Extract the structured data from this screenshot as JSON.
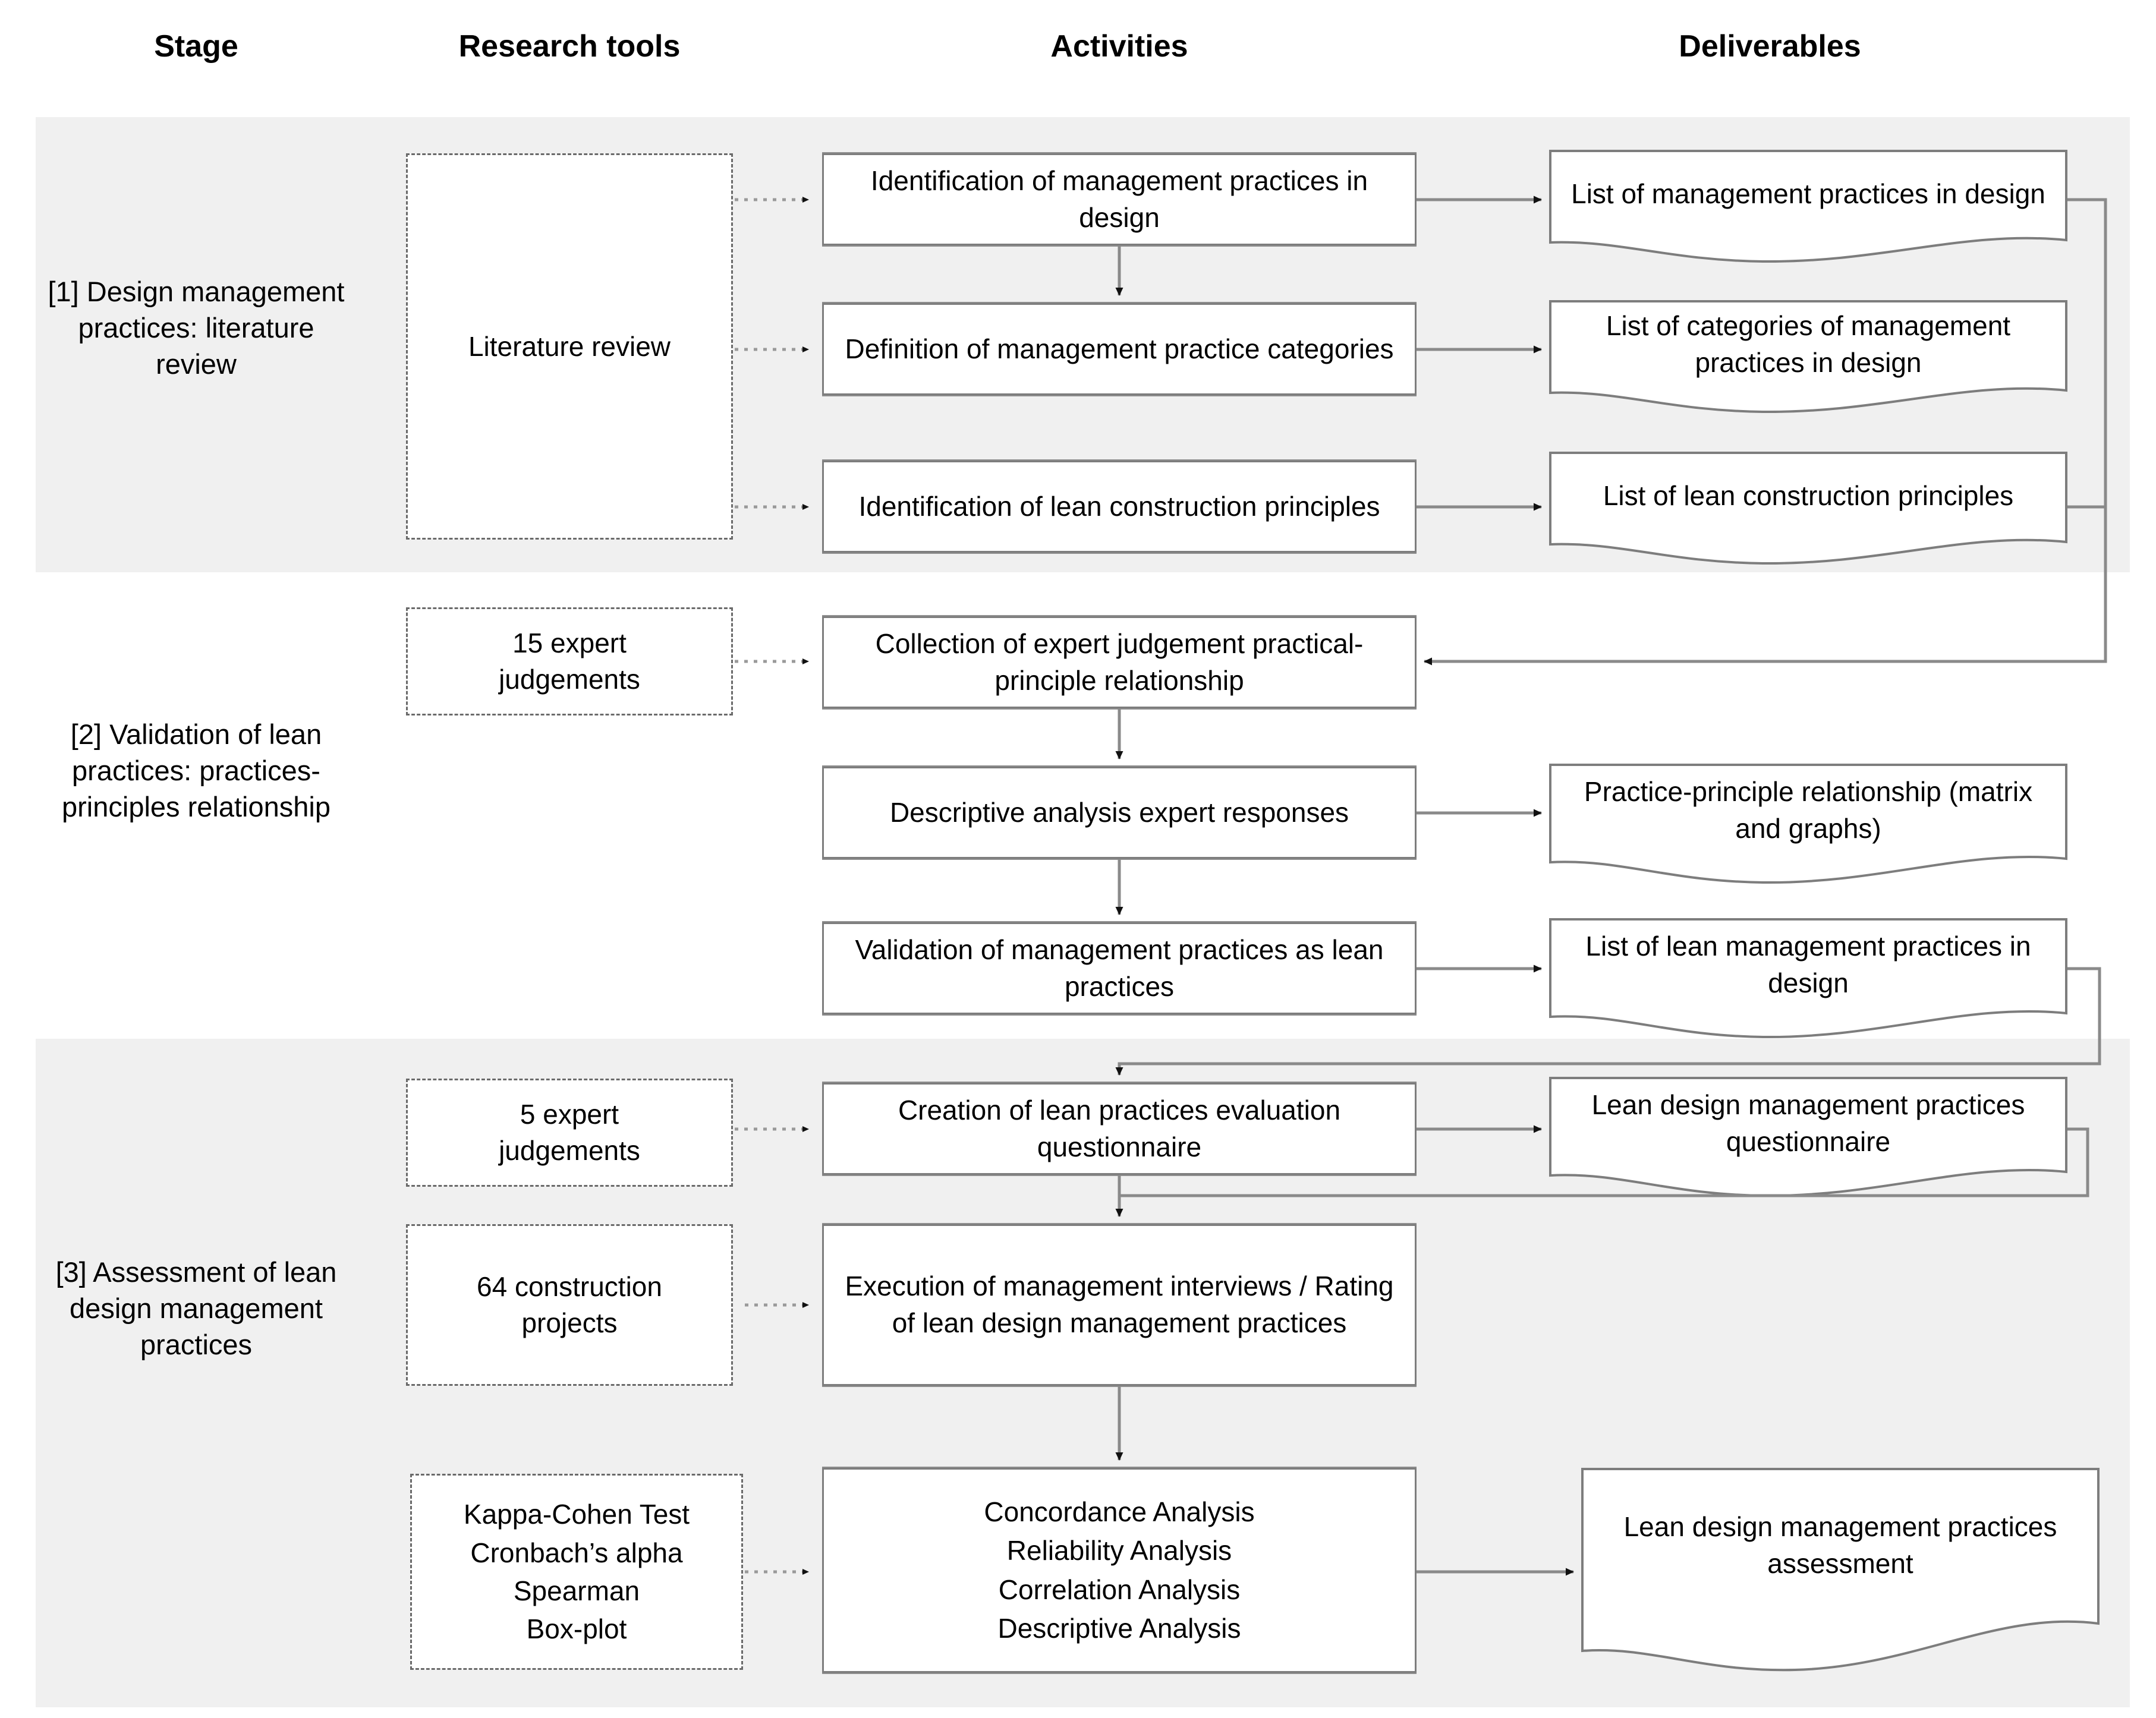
{
  "headers": {
    "stage": "Stage",
    "research_tools": "Research tools",
    "activities": "Activities",
    "deliverables": "Deliverables"
  },
  "stages": [
    {
      "id": 1,
      "label": "[1] Design management practices: literature review",
      "shaded": true
    },
    {
      "id": 2,
      "label": "[2] Validation of lean practices: practices-principles relationship",
      "shaded": false
    },
    {
      "id": 3,
      "label": "[3] Assessment of lean design management practices",
      "shaded": true
    }
  ],
  "tools": [
    {
      "id": "lit-review",
      "label": "Literature review"
    },
    {
      "id": "expert-15",
      "label": "15 expert\njudgements"
    },
    {
      "id": "expert-5",
      "label": "5 expert\njudgements"
    },
    {
      "id": "projects-64",
      "label": "64 construction\nprojects"
    },
    {
      "id": "stat-tests",
      "label": "Kappa-Cohen Test\nCronbach’s alpha\nSpearman\nBox-plot"
    }
  ],
  "activities": [
    {
      "id": "a1",
      "label": "Identification of management practices in design"
    },
    {
      "id": "a2",
      "label": "Definition of management practice categories"
    },
    {
      "id": "a3",
      "label": "Identification of lean construction principles"
    },
    {
      "id": "a4",
      "label": "Collection of expert judgement practical-principle relationship"
    },
    {
      "id": "a5",
      "label": "Descriptive analysis expert responses"
    },
    {
      "id": "a6",
      "label": "Validation of management practices as lean practices"
    },
    {
      "id": "a7",
      "label": "Creation of lean practices evaluation questionnaire"
    },
    {
      "id": "a8",
      "label": "Execution of management interviews / Rating of lean design management practices"
    },
    {
      "id": "a9",
      "label": "Concordance Analysis\nReliability Analysis\nCorrelation Analysis\nDescriptive Analysis"
    }
  ],
  "deliverables": [
    {
      "id": "d1",
      "label": "List of management practices in design"
    },
    {
      "id": "d2",
      "label": "List of categories of management practices in design"
    },
    {
      "id": "d3",
      "label": "List of lean construction principles"
    },
    {
      "id": "d4",
      "label": "Practice-principle relationship (matrix and graphs)"
    },
    {
      "id": "d5",
      "label": "List of lean management practices in design"
    },
    {
      "id": "d6",
      "label": "Lean design management practices questionnaire"
    },
    {
      "id": "d7",
      "label": "Lean design management practices assessment"
    }
  ],
  "colors": {
    "band_shaded": "#f0f0f0",
    "page_background": "#ffffff",
    "box_border": "#7d7d7d",
    "tool_border": "#6a6a6a",
    "connector": "#8a8a8a",
    "connector_dotted": "#9a9a9a",
    "text": "#000000"
  }
}
